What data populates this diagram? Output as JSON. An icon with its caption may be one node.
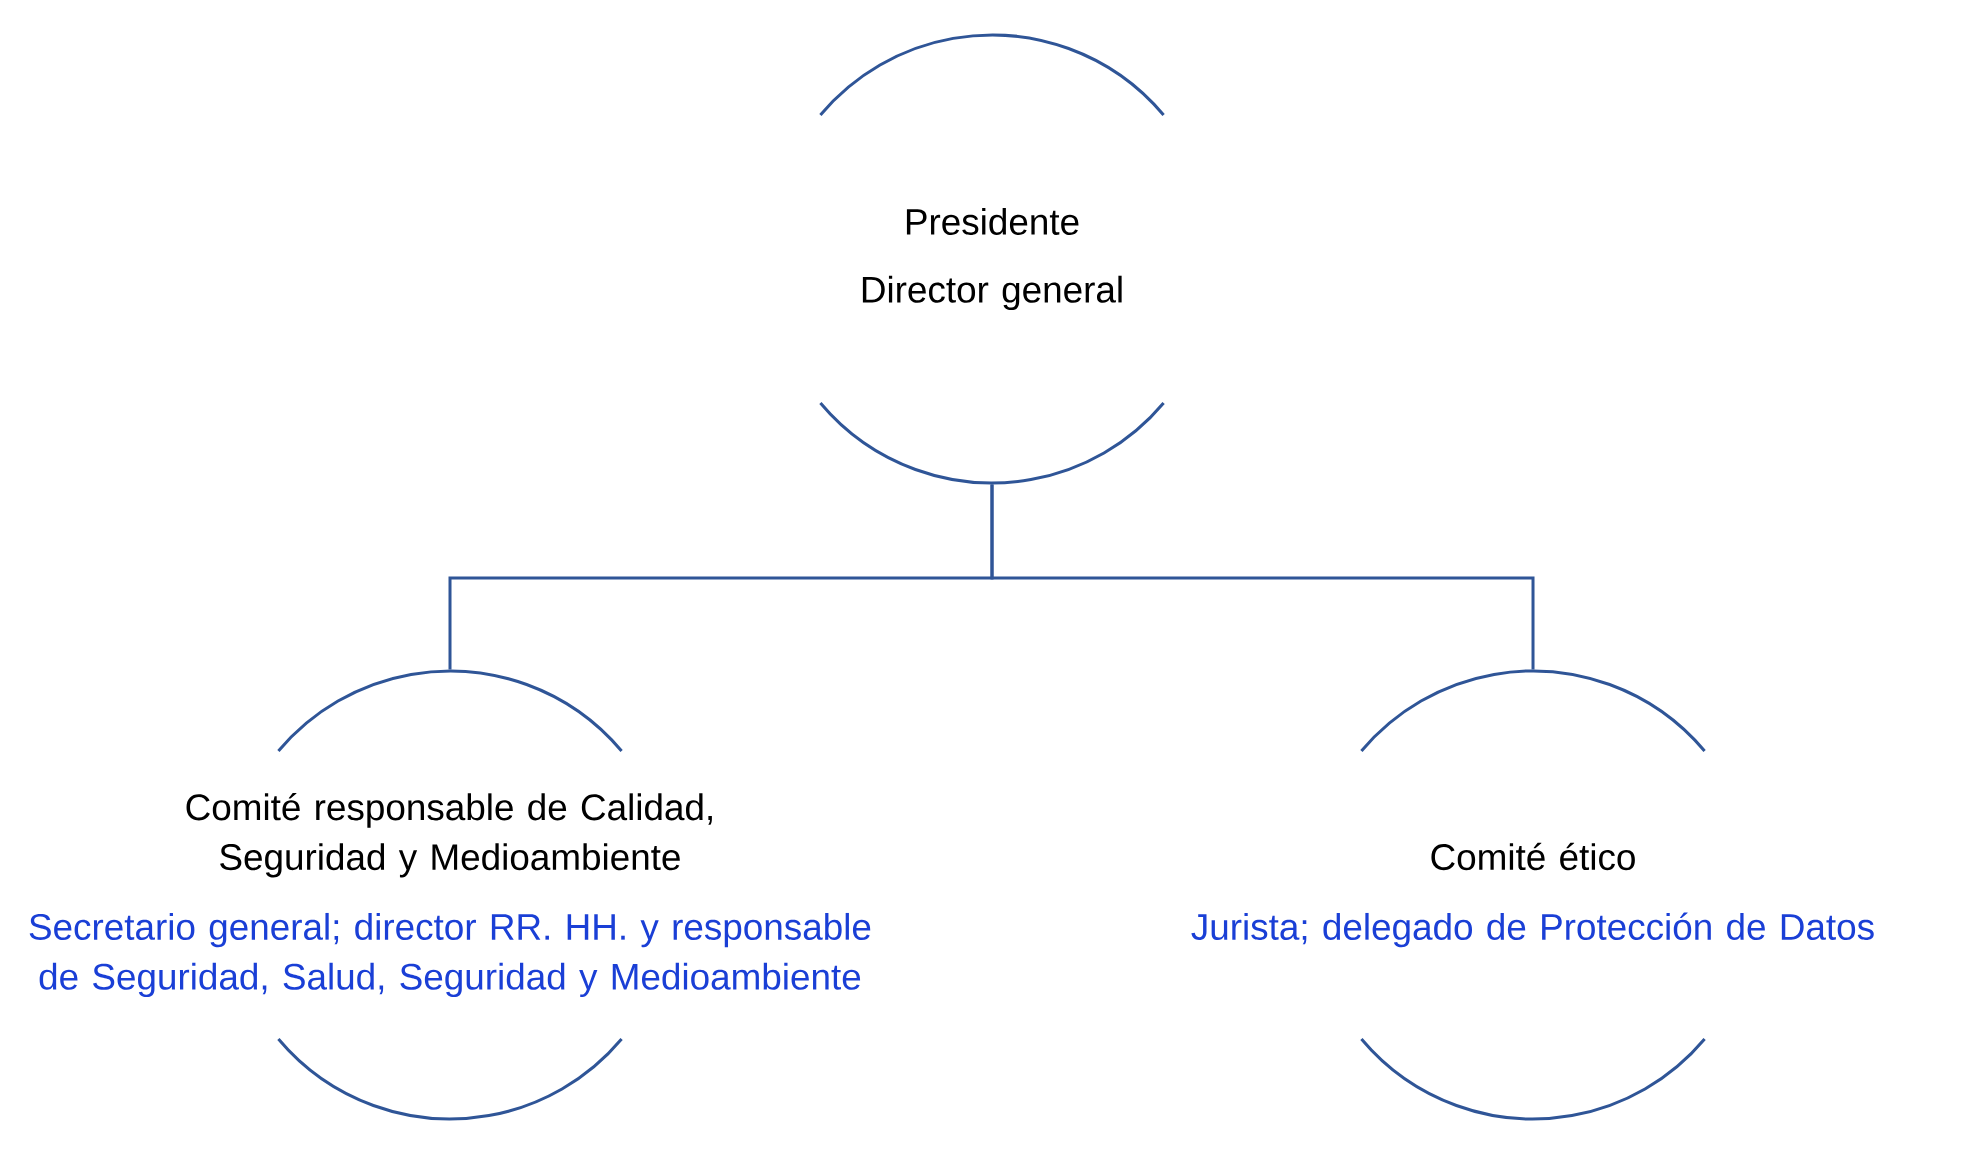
{
  "diagram": {
    "nodes": [
      {
        "text": [
          "Presidente",
          "Director general"
        ]
      },
      {
        "text": [
          "Comité responsable de Calidad, Seguridad y Medioambiente",
          "Secretario general; director RR. HH. y responsable de Seguridad, Salud, Seguridad y Medioambiente"
        ]
      },
      {
        "text": [
          "Comité ético",
          "Jurista; delegado de Protección de Datos"
        ]
      }
    ],
    "edges": [
      {
        "from": 0,
        "to": 1,
        "arrow": "none"
      },
      {
        "from": 0,
        "to": 2,
        "arrow": "none"
      }
    ]
  }
}
